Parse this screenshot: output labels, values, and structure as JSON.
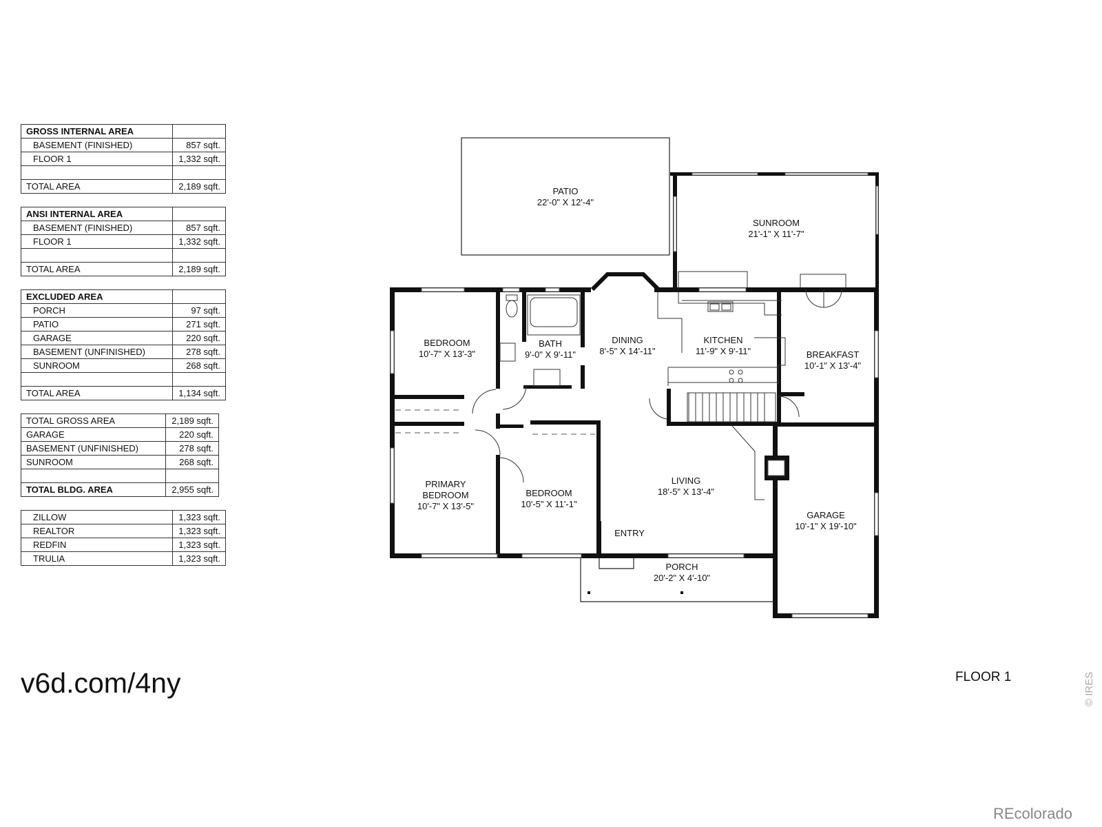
{
  "tables": [
    {
      "id": "gross-internal-area",
      "rows": [
        {
          "label": "GROSS INTERNAL AREA",
          "value": "",
          "style": "head"
        },
        {
          "label": "BASEMENT (FINISHED)",
          "value": "857 sqft.",
          "style": "indent"
        },
        {
          "label": "FLOOR 1",
          "value": "1,332 sqft.",
          "style": "indent"
        },
        {
          "label": "",
          "value": "",
          "style": "gap"
        },
        {
          "label": "TOTAL AREA",
          "value": "2,189 sqft.",
          "style": "plain"
        }
      ]
    },
    {
      "id": "ansi-internal-area",
      "rows": [
        {
          "label": "ANSI INTERNAL AREA",
          "value": "",
          "style": "head"
        },
        {
          "label": "BASEMENT (FINISHED)",
          "value": "857 sqft.",
          "style": "indent"
        },
        {
          "label": "FLOOR 1",
          "value": "1,332 sqft.",
          "style": "indent"
        },
        {
          "label": "",
          "value": "",
          "style": "gap"
        },
        {
          "label": "TOTAL AREA",
          "value": "2,189 sqft.",
          "style": "plain"
        }
      ]
    },
    {
      "id": "excluded-area",
      "rows": [
        {
          "label": "EXCLUDED AREA",
          "value": "",
          "style": "head"
        },
        {
          "label": "PORCH",
          "value": "97 sqft.",
          "style": "indent"
        },
        {
          "label": "PATIO",
          "value": "271 sqft.",
          "style": "indent"
        },
        {
          "label": "GARAGE",
          "value": "220 sqft.",
          "style": "indent"
        },
        {
          "label": "BASEMENT (UNFINISHED)",
          "value": "278 sqft.",
          "style": "indent"
        },
        {
          "label": "SUNROOM",
          "value": "268 sqft.",
          "style": "indent"
        },
        {
          "label": "",
          "value": "",
          "style": "gap"
        },
        {
          "label": "TOTAL AREA",
          "value": "1,134 sqft.",
          "style": "plain"
        }
      ]
    },
    {
      "id": "total-building-area",
      "rows": [
        {
          "label": "TOTAL GROSS AREA",
          "value": "2,189 sqft.",
          "style": "plain"
        },
        {
          "label": "GARAGE",
          "value": "220 sqft.",
          "style": "plain"
        },
        {
          "label": "BASEMENT (UNFINISHED)",
          "value": "278 sqft.",
          "style": "plain"
        },
        {
          "label": "SUNROOM",
          "value": "268 sqft.",
          "style": "plain"
        },
        {
          "label": "",
          "value": "",
          "style": "gap"
        },
        {
          "label": "TOTAL BLDG. AREA",
          "value": "2,955 sqft.",
          "style": "bold"
        }
      ]
    },
    {
      "id": "listing-sites-area",
      "rows": [
        {
          "label": "ZILLOW",
          "value": "1,323 sqft.",
          "style": "indent"
        },
        {
          "label": "REALTOR",
          "value": "1,323 sqft.",
          "style": "indent"
        },
        {
          "label": "REDFIN",
          "value": "1,323 sqft.",
          "style": "indent"
        },
        {
          "label": "TRULIA",
          "value": "1,323 sqft.",
          "style": "indent"
        }
      ]
    }
  ],
  "rooms": {
    "patio": {
      "name": "PATIO",
      "dims": "22'-0\" X 12'-4\""
    },
    "sunroom": {
      "name": "SUNROOM",
      "dims": "21'-1\" X 11'-7\""
    },
    "bedroom": {
      "name": "BEDROOM",
      "dims": "10'-7\" X 13'-3\""
    },
    "bath": {
      "name": "BATH",
      "dims": "9'-0\" X 9'-11\""
    },
    "dining": {
      "name": "DINING",
      "dims": "8'-5\" X 14'-11\""
    },
    "kitchen": {
      "name": "KITCHEN",
      "dims": "11'-9\" X 9'-11\""
    },
    "breakfast": {
      "name": "BREAKFAST",
      "dims": "10'-1\" X 13'-4\""
    },
    "primary_bedroom": {
      "name1": "PRIMARY",
      "name2": "BEDROOM",
      "dims": "10'-7\" X 13'-5\""
    },
    "bedroom_2": {
      "name": "BEDROOM",
      "dims": "10'-5\" X 11'-1\""
    },
    "living": {
      "name": "LIVING",
      "dims": "18'-5\" X 13'-4\""
    },
    "entry": {
      "name": "ENTRY"
    },
    "garage": {
      "name": "GARAGE",
      "dims": "10'-1\" X 19'-10\""
    },
    "porch": {
      "name": "PORCH",
      "dims": "20'-2\" X 4'-10\""
    }
  },
  "footer": {
    "url": "v6d.com/4ny",
    "floor_label": "FLOOR 1",
    "ires_mark": "© IRES",
    "recolorado_mark": "REcolorado"
  }
}
